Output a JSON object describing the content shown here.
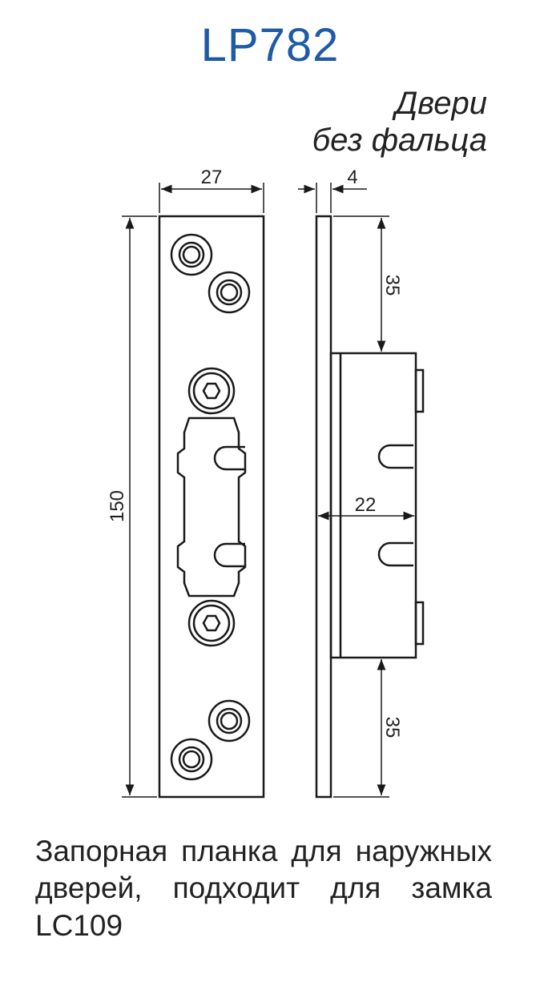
{
  "header": {
    "title": "LP782",
    "subtitle_line1": "Двери",
    "subtitle_line2": "без фальца"
  },
  "dimensions": {
    "plate_width": "27",
    "plate_thickness": "4",
    "overall_height": "150",
    "top_offset": "35",
    "bottom_offset": "35",
    "depth": "22"
  },
  "description": "Запорная планка для наружных дверей, подходит для замка LC109",
  "colors": {
    "title": "#1f5aa6",
    "line": "#1a1a1a"
  }
}
